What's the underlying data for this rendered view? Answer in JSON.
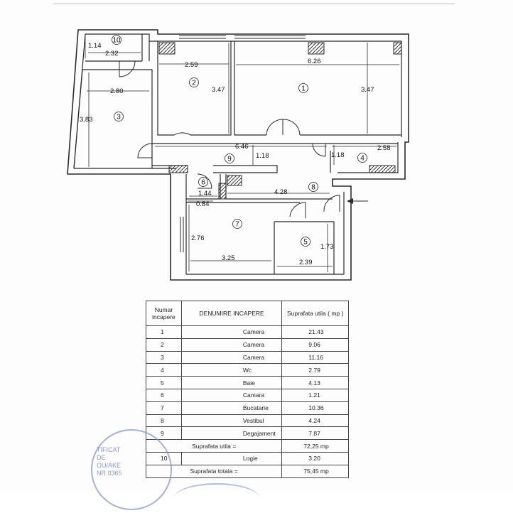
{
  "plan": {
    "rooms": [
      {
        "id": "1",
        "dims": [
          "6.26",
          "3.47"
        ]
      },
      {
        "id": "2",
        "dims": [
          "2.59",
          "3.47"
        ]
      },
      {
        "id": "3",
        "dims": [
          "2.80",
          "3.83"
        ]
      },
      {
        "id": "4",
        "dims": [
          "2.58",
          "1.18"
        ]
      },
      {
        "id": "5",
        "dims": [
          "1.73",
          "2.39"
        ]
      },
      {
        "id": "6",
        "dims": [
          "1.44"
        ]
      },
      {
        "id": "7",
        "dims": [
          "0.84",
          "2.76",
          "3.25"
        ]
      },
      {
        "id": "8",
        "dims": [
          "4.28"
        ]
      },
      {
        "id": "9",
        "dims": [
          "6.46",
          "1.18"
        ]
      },
      {
        "id": "10",
        "dims": [
          "1.14",
          "2.32"
        ]
      }
    ]
  },
  "table": {
    "header": {
      "col1": "Numar incapere",
      "col2": "DENUMIRE INCAPERE",
      "col3": "Suprafata utila ( mp )"
    },
    "rows": [
      {
        "nr": "1",
        "name": "Camera",
        "area": "21.43"
      },
      {
        "nr": "2",
        "name": "Camera",
        "area": "9.06"
      },
      {
        "nr": "3",
        "name": "Camera",
        "area": "11.16"
      },
      {
        "nr": "4",
        "name": "Wc",
        "area": "2.79"
      },
      {
        "nr": "5",
        "name": "Baie",
        "area": "4.13"
      },
      {
        "nr": "6",
        "name": "Camara",
        "area": "1.21"
      },
      {
        "nr": "7",
        "name": "Bucatarie",
        "area": "10.36"
      },
      {
        "nr": "8",
        "name": "Vestibul",
        "area": "4.24"
      },
      {
        "nr": "9",
        "name": "Degajament",
        "area": "7.87"
      }
    ],
    "useful_total": {
      "label": "Suprafata utila =",
      "value": "72,25 mp"
    },
    "loggia": {
      "nr": "10",
      "name": "Logie",
      "area": "3.20"
    },
    "grand_total": {
      "label": "Suprafata totala =",
      "value": "75,45 mp"
    }
  },
  "stamp": {
    "lines": [
      "TIFICAT",
      "DE",
      "OU/AKE",
      "NR 0365"
    ]
  },
  "colors": {
    "line": "#2a2a2a",
    "stamp": "#7f90c9"
  }
}
